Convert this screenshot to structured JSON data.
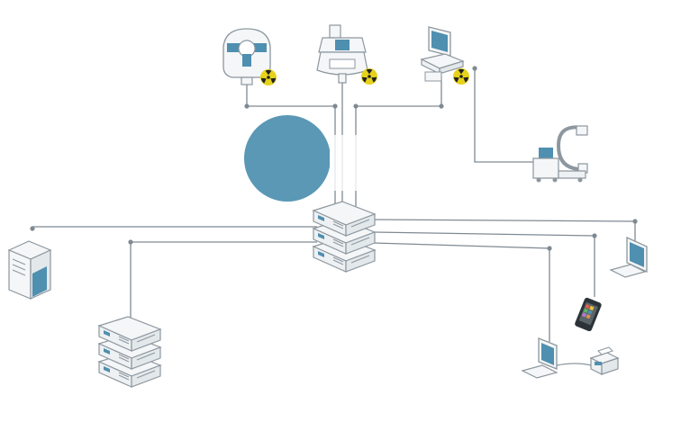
{
  "diagram": {
    "colors": {
      "line": "#7f8a93",
      "outline": "#8d979f",
      "device_fill": "#f4f6f7",
      "screen": "#4f8fb0",
      "hub": "#5a98b5",
      "radiation": "#e6d21a",
      "phone": "#2c3338",
      "background": "#ffffff"
    },
    "nodes": [
      {
        "name": "ct-scanner-icon",
        "kind": "medical imaging device"
      },
      {
        "name": "x-ray-machine-icon",
        "kind": "medical imaging device"
      },
      {
        "name": "imaging-workstation-icon",
        "kind": "workstation"
      },
      {
        "name": "c-arm-icon",
        "kind": "mobile x-ray"
      },
      {
        "name": "central-hub-circle",
        "kind": "hub"
      },
      {
        "name": "server-rack-icon",
        "kind": "central server"
      },
      {
        "name": "tower-server-icon",
        "kind": "server"
      },
      {
        "name": "storage-rack-icon",
        "kind": "storage"
      },
      {
        "name": "monitor-icon",
        "kind": "display"
      },
      {
        "name": "smartphone-icon",
        "kind": "mobile device"
      },
      {
        "name": "workstation-printer-icon",
        "kind": "client"
      }
    ],
    "radiation_symbol": "radiation-icon"
  }
}
